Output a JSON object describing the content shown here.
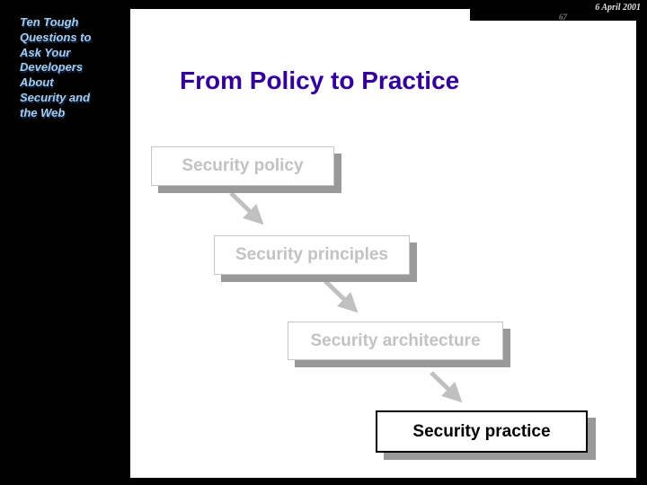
{
  "page": {
    "date_stamp": "6 April 2001",
    "slide_number": "67",
    "sidebar_title_lines": [
      "Ten Tough",
      "Questions to",
      "Ask Your",
      "Developers",
      "About",
      "Security and",
      "the Web"
    ]
  },
  "slide": {
    "title": "From Policy to Practice",
    "flow_boxes": [
      {
        "label": "Security policy",
        "state": "dimmed"
      },
      {
        "label": "Security principles",
        "state": "dimmed"
      },
      {
        "label": "Security architecture",
        "state": "dimmed"
      },
      {
        "label": "Security practice",
        "state": "active"
      }
    ]
  },
  "colors": {
    "background": "#000000",
    "slide_background": "#ffffff",
    "title_text": "#330099",
    "sidebar_text": "#a8cbe8",
    "sidebar_text_shadow": "#0d2b55",
    "dimmed_box_text": "#c2c2c2",
    "dimmed_box_border": "#c6c6c6",
    "active_box_text": "#000000",
    "box_shadow": "#999999",
    "arrow": "#c0c0c0",
    "date_text": "#e2e2e2",
    "slide_number_text": "#7d7d7d"
  }
}
